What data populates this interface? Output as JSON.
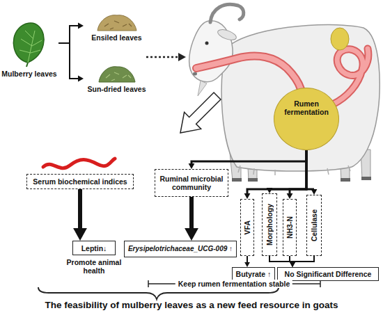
{
  "diagram": {
    "nodes": [
      {
        "text": [
          "Mulberry leaves"
        ]
      },
      {
        "text": [
          "Ensiled leaves"
        ]
      },
      {
        "text": [
          "Sun-dried leaves"
        ]
      },
      {
        "text": [
          "Rumen fermentation"
        ]
      },
      {
        "text": [
          "Serum biochemical indices"
        ]
      },
      {
        "text": [
          "Ruminal microbial community"
        ]
      },
      {
        "text": [
          "VFA"
        ]
      },
      {
        "text": [
          "Morphology"
        ]
      },
      {
        "text": [
          "NH3-N"
        ]
      },
      {
        "text": [
          "Cellulase"
        ]
      },
      {
        "text": [
          "Leptin↓"
        ]
      },
      {
        "text": [
          "Erysipelotrichaceae_UCG-009 ↑"
        ]
      },
      {
        "text": [
          "Butyrate ↑"
        ]
      },
      {
        "text": [
          "No Significant Difference"
        ]
      }
    ],
    "edges": [
      {
        "from": 0,
        "to": 1,
        "arrow": "to"
      },
      {
        "from": 0,
        "to": 2,
        "arrow": "to"
      },
      {
        "from": 3,
        "to": 5,
        "arrow": "to"
      },
      {
        "from": 3,
        "to": 6,
        "arrow": "to"
      },
      {
        "from": 3,
        "to": 7,
        "arrow": "to"
      },
      {
        "from": 3,
        "to": 8,
        "arrow": "to"
      },
      {
        "from": 3,
        "to": 9,
        "arrow": "to"
      },
      {
        "from": 4,
        "to": 10,
        "arrow": "to"
      },
      {
        "from": 5,
        "to": 11,
        "arrow": "to"
      },
      {
        "from": 6,
        "to": 12,
        "arrow": "to"
      },
      {
        "from": 7,
        "to": 13,
        "arrow": "to"
      },
      {
        "from": 8,
        "to": 13,
        "arrow": "to"
      },
      {
        "from": 9,
        "to": 13,
        "arrow": "to"
      }
    ],
    "labels": [
      "Promote animal health",
      "Keep rumen fermentation stable",
      "The feasibility of mulberry leaves as a new feed resource in goats"
    ]
  }
}
